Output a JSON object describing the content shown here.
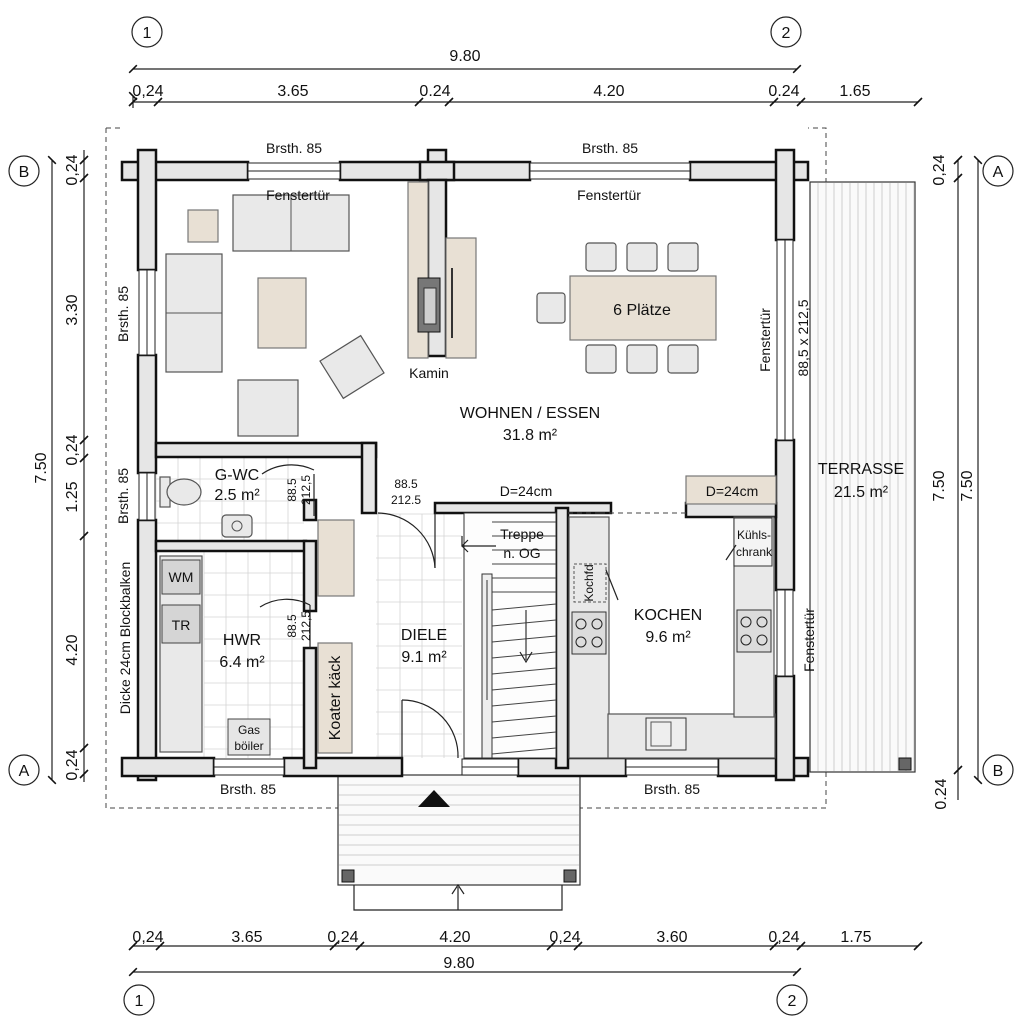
{
  "grid": {
    "one": "1",
    "two": "2",
    "a": "A",
    "b": "B"
  },
  "dims_top": {
    "total": "9.80",
    "seg": [
      "0,24",
      "3.65",
      "0.24",
      "4.20",
      "0.24",
      "1.65"
    ]
  },
  "dims_bottom": {
    "total": "9.80",
    "seg": [
      "0,24",
      "3.65",
      "0,24",
      "4.20",
      "0,24",
      "3.60",
      "0,24",
      "1.75"
    ]
  },
  "dims_left": {
    "total": "7.50",
    "seg": [
      "0,24",
      "3.30",
      "0,24",
      "1.25",
      "4.20",
      "0,24"
    ]
  },
  "dims_right": {
    "total_a": "7.50",
    "total_b": "7.50",
    "top": "0,24",
    "bottom": "0.24"
  },
  "labels": {
    "brst": "Brsth. 85",
    "fenstertuer": "Fenstertür",
    "fenster_size": "88,5 x 212,5",
    "kamin": "Kamin",
    "plaetze": "6 Plätze",
    "d24": "D=24cm",
    "door_w": "88.5",
    "door_h": "212.5",
    "door_h_small": "212,5",
    "treppe_1": "Treppe",
    "treppe_2": "n. OG",
    "kuehl_1": "Kühls-",
    "kuehl_2": "chrank",
    "kochfeld": "Kochfd",
    "wm": "WM",
    "tr": "TR",
    "gas_1": "Gas",
    "gas_2": "böiler",
    "koater": "Koater käck",
    "dicke": "Dicke 24cm Blockbalken"
  },
  "rooms": {
    "wohnen": {
      "name": "WOHNEN / ESSEN",
      "area": "31.8 m²"
    },
    "gwc": {
      "name": "G-WC",
      "area": "2.5 m²"
    },
    "hwr": {
      "name": "HWR",
      "area": "6.4 m²"
    },
    "diele": {
      "name": "DIELE",
      "area": "9.1 m²"
    },
    "kochen": {
      "name": "KOCHEN",
      "area": "9.6 m²"
    },
    "terrasse": {
      "name": "TERRASSE",
      "area": "21.5 m²"
    }
  }
}
